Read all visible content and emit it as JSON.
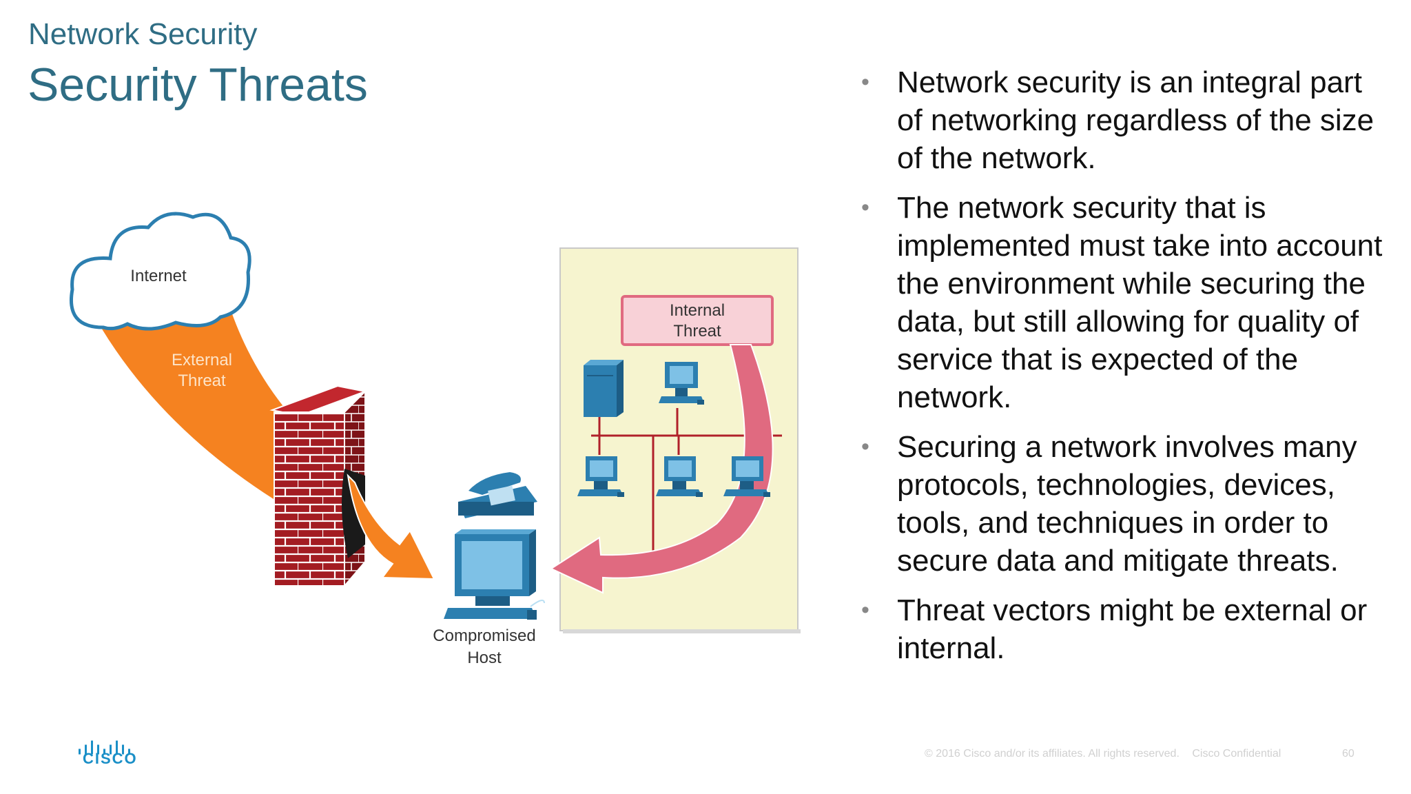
{
  "header": {
    "section": "Network Security",
    "title": "Security Threats"
  },
  "diagram": {
    "internet_label": "Internet",
    "external_threat_line1": "External",
    "external_threat_line2": "Threat",
    "internal_threat_line1": "Internal",
    "internal_threat_line2": "Threat",
    "compromised_host_line1": "Compromised",
    "compromised_host_line2": "Host",
    "colors": {
      "external_arrow": "#f58220",
      "internal_arrow": "#e06a80",
      "firewall": "#a31c22",
      "lan_panel": "#f6f4cf",
      "device": "#2c7fb0",
      "network_line": "#b0202a"
    }
  },
  "bullets": [
    "Network security is an integral part of networking regardless of the size of the network.",
    "The network security that is implemented must take into account the environment while securing the data, but still allowing for quality of service that is expected of the network.",
    "Securing a network involves many protocols, technologies, devices, tools, and techniques in order to secure data and mitigate threats.",
    "Threat vectors might be external or internal."
  ],
  "bullet_symbol": "•",
  "footer": {
    "copyright": "© 2016  Cisco and/or its affiliates. All rights reserved.",
    "confidential": "Cisco Confidential",
    "page": "60"
  },
  "logo": {
    "text": "CISCO",
    "icon": "cisco-bars-icon"
  }
}
